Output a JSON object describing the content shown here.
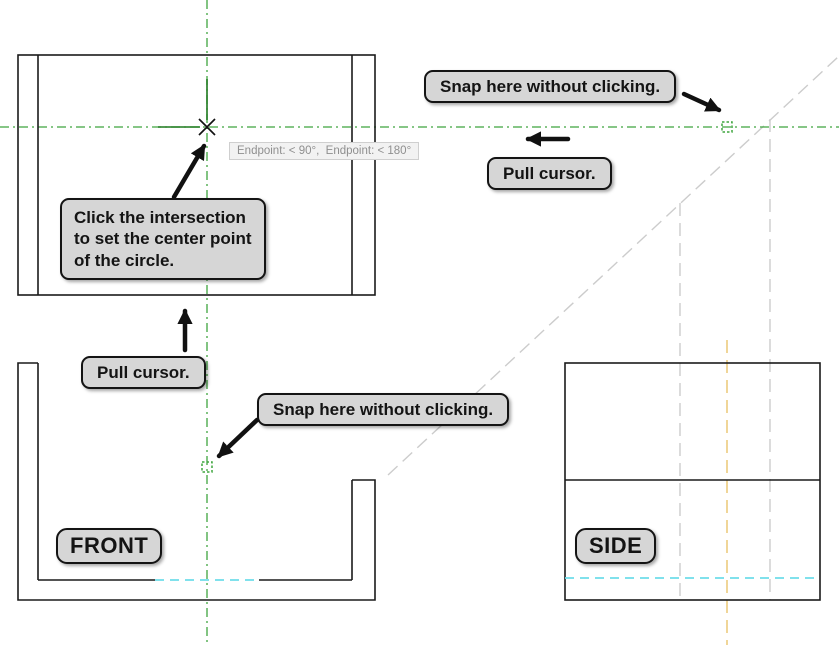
{
  "colors": {
    "outline_black": "#1a1a1a",
    "tracking_green": "#3fa53f",
    "rubber_green": "#1e7a1e",
    "projection_gray": "#cccccc",
    "reference_orange": "#eccb7e",
    "highlight_cyan": "#6edde9",
    "callout_fill": "#d6d6d6",
    "callout_border": "#141414",
    "tooltip_bg": "#f2f2f2",
    "tooltip_border": "#cfcfcf",
    "tooltip_text_color": "#8f8f8f",
    "arrow_black": "#111111"
  },
  "callouts": {
    "snap_side": "Snap here without clicking.",
    "pull_cursor_side": "Pull cursor.",
    "click_intersection_lines": [
      "Click the intersection",
      "to set the center point",
      "of the circle."
    ],
    "pull_cursor_front": "Pull cursor.",
    "snap_front": "Snap here without clicking."
  },
  "view_labels": {
    "front": "FRONT",
    "side": "SIDE"
  },
  "tooltip": {
    "text": "Endpoint: < 90°,  Endpoint: < 180°"
  }
}
